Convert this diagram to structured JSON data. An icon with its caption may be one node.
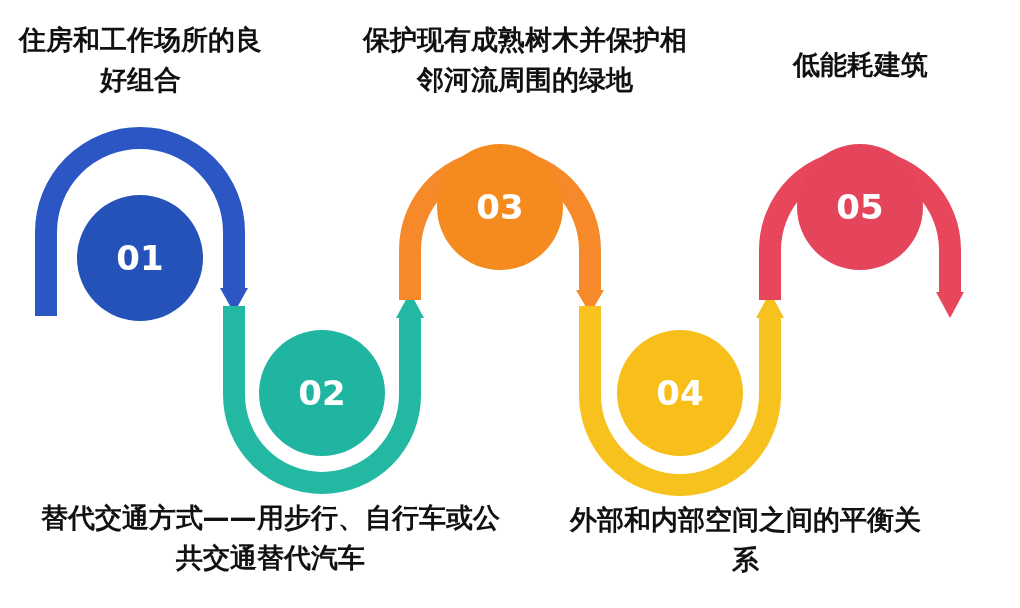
{
  "diagram": {
    "nodes": [
      {
        "text": [
          "01"
        ],
        "beside": [
          "住房和工作场所的良好组合"
        ]
      },
      {
        "text": [
          "02"
        ],
        "beside": [
          "替代交通方式——用步行、自行车或公共交通替代汽车"
        ]
      },
      {
        "text": [
          "03"
        ],
        "beside": [
          "保护现有成熟树木并保护相邻河流周围的绿地"
        ]
      },
      {
        "text": [
          "04"
        ],
        "beside": [
          "外部和内部空间之间的平衡关系"
        ]
      },
      {
        "text": [
          "05"
        ],
        "beside": [
          "低能耗建筑"
        ]
      }
    ]
  }
}
